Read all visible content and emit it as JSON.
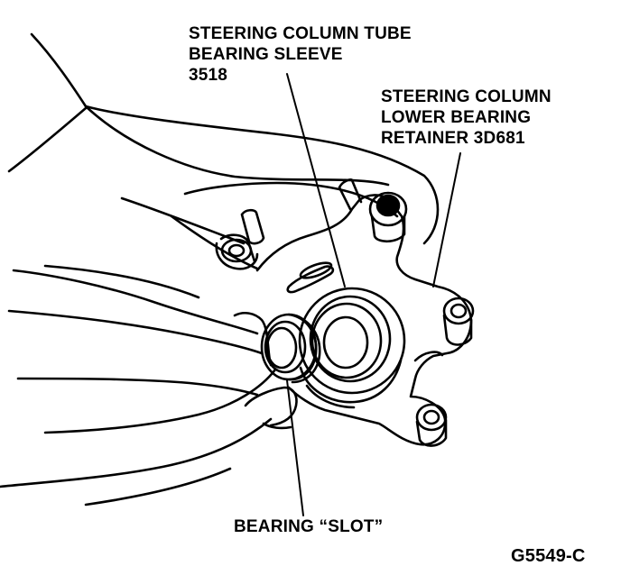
{
  "labels": {
    "sleeve": [
      "STEERING COLUMN TUBE",
      "BEARING SLEEVE",
      "3518"
    ],
    "retainer": [
      "STEERING COLUMN",
      "LOWER BEARING",
      "RETAINER 3D681"
    ],
    "slot": "BEARING “SLOT”",
    "figure_id": "G5549-C"
  },
  "colors": {
    "ink": "#000000",
    "paper": "#ffffff"
  }
}
